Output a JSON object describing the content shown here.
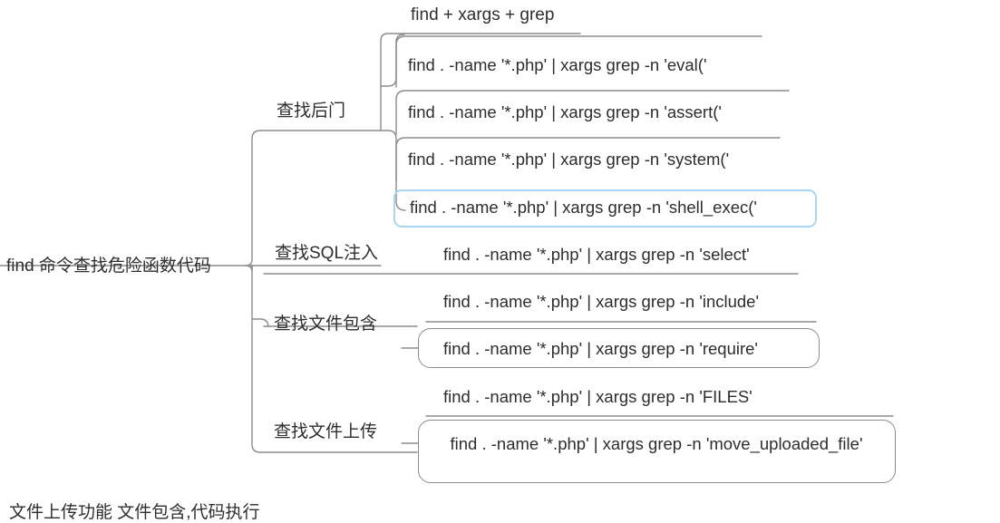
{
  "diagram": {
    "type": "mindmap",
    "title": "find 命令查找危险函数代码",
    "root": {
      "label": "find 命令查找危险函数代码"
    },
    "top_header": "find + xargs + grep",
    "branches": [
      {
        "id": "backdoor",
        "label": "查找后门",
        "children": [
          {
            "id": "eval",
            "text": "find . -name '*.php' | xargs grep -n 'eval('",
            "selected": false,
            "boxed": false
          },
          {
            "id": "assert",
            "text": "find . -name '*.php' | xargs grep -n 'assert('",
            "selected": false,
            "boxed": false
          },
          {
            "id": "system",
            "text": "find . -name '*.php' | xargs grep -n 'system('",
            "selected": false,
            "boxed": false
          },
          {
            "id": "shell_exec",
            "text": "find . -name '*.php' | xargs grep -n 'shell_exec('",
            "selected": true,
            "boxed": false
          }
        ]
      },
      {
        "id": "sql-injection",
        "label": "查找SQL注入",
        "children": [
          {
            "id": "select",
            "text": "find . -name '*.php' | xargs grep -n 'select'",
            "selected": false,
            "boxed": false
          }
        ]
      },
      {
        "id": "file-inclusion",
        "label": "查找文件包含",
        "children": [
          {
            "id": "include",
            "text": "find . -name '*.php' | xargs grep -n 'include'",
            "selected": false,
            "boxed": false
          },
          {
            "id": "require",
            "text": "find . -name '*.php' | xargs grep -n 'require'",
            "selected": false,
            "boxed": true
          }
        ]
      },
      {
        "id": "file-upload",
        "label": "查找文件上传",
        "children": [
          {
            "id": "files",
            "text": "find . -name '*.php' | xargs grep -n 'FILES'",
            "selected": false,
            "boxed": false
          },
          {
            "id": "move_uploaded_file",
            "text": "find . -name '*.php' | xargs grep -n 'move_uploaded_file'",
            "selected": false,
            "boxed": true
          }
        ]
      }
    ],
    "footer_note": "文件上传功能 文件包含,代码执行",
    "colors": {
      "line": "#8c8c8c",
      "text": "#2d2d2d",
      "selection_border": "#a9d5f2",
      "background": "#ffffff"
    }
  }
}
